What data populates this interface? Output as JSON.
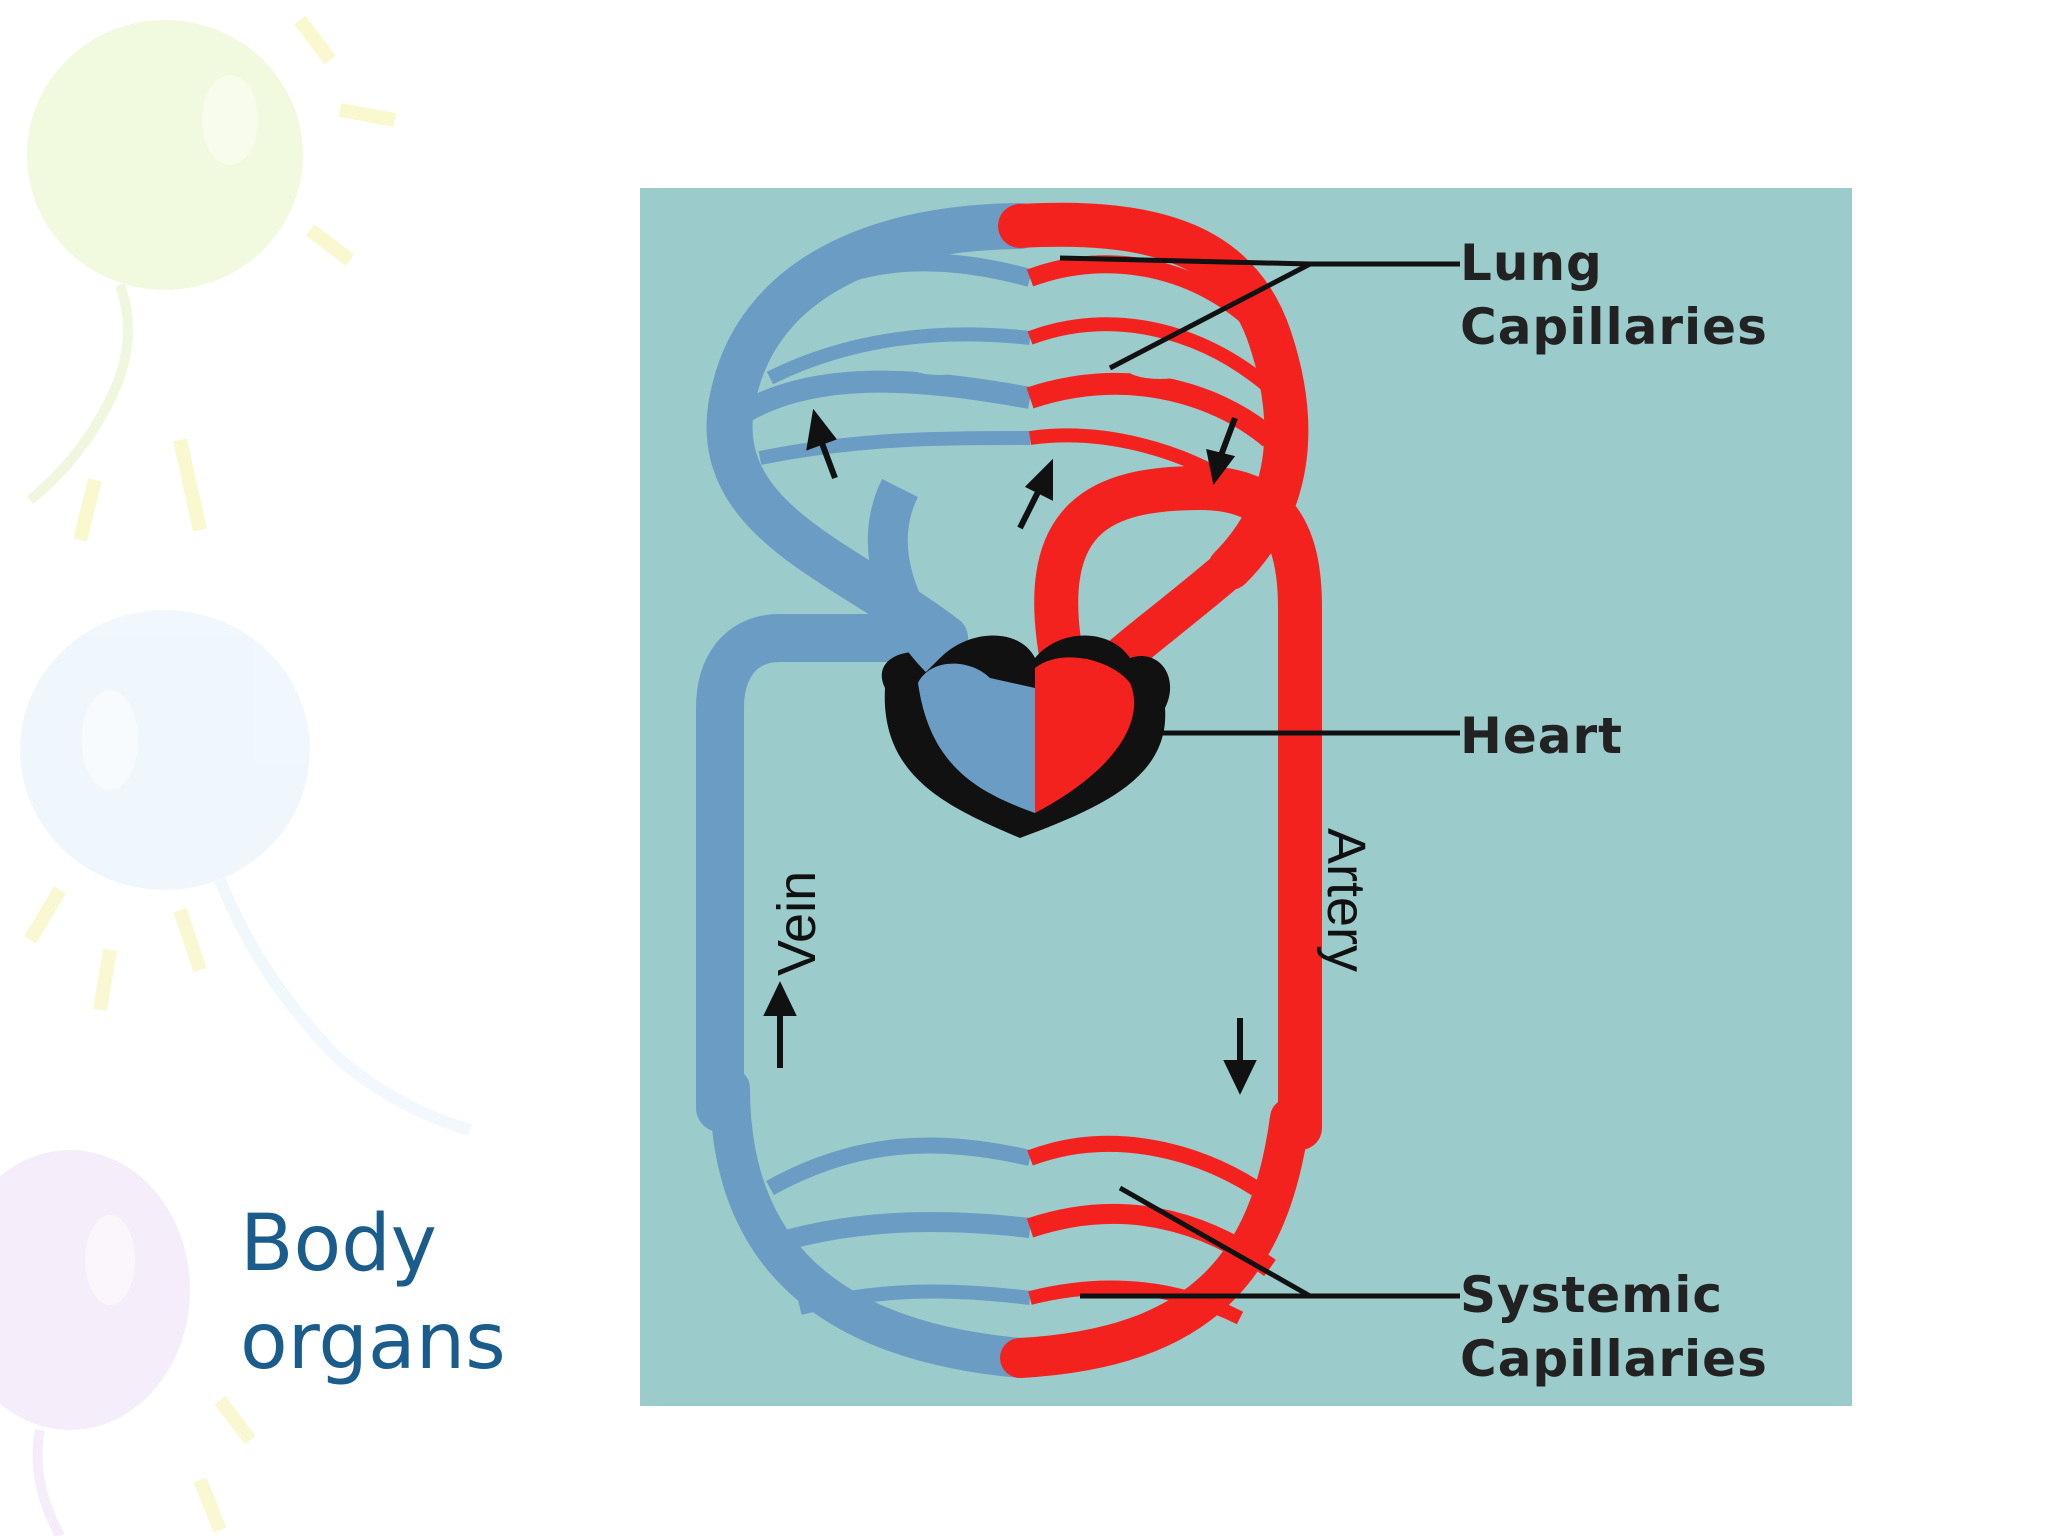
{
  "slide": {
    "caption_lines": [
      "Body",
      "organs"
    ]
  },
  "diagram": {
    "labels": {
      "lung": [
        "Lung",
        "Capillaries"
      ],
      "heart": "Heart",
      "systemic": [
        "Systemic",
        "Capillaries"
      ],
      "vein": "Vein",
      "artery": "Artery"
    }
  },
  "colors": {
    "panel": "#9bcbcb",
    "deoxygenated": "#6b9cc3",
    "oxygenated": "#f4221e",
    "heart_outline": "#111111",
    "caption": "#1a5d8c"
  }
}
